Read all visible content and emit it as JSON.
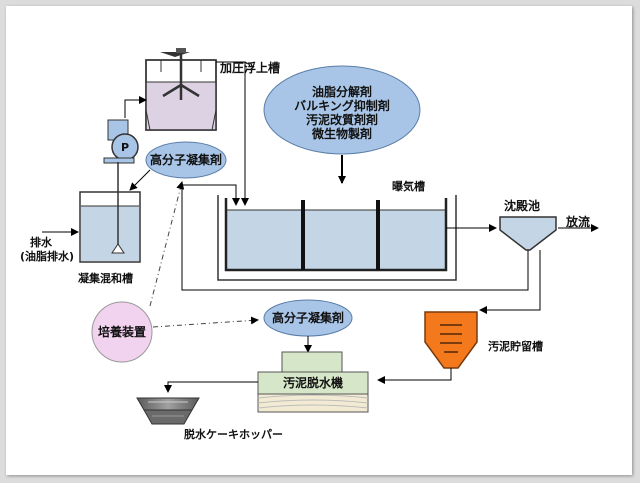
{
  "labels": {
    "flotation_tank": "加圧浮上槽",
    "additives": [
      "油脂分解剤",
      "バルキング抑制剤",
      "汚泥改質剤剤",
      "微生物製剤"
    ],
    "aeration_tank": "曝気槽",
    "sedimentation_tank": "沈殿池",
    "discharge": "放流",
    "polymer_coagulant_1": "高分子凝集剤",
    "polymer_coagulant_2": "高分子凝集剤",
    "pump": "P",
    "wastewater": "排水",
    "wastewater_sub": "(油脂排水)",
    "coag_mix_tank": "凝集混和槽",
    "culture_device": "培養装置",
    "sludge_storage": "汚泥貯留槽",
    "sludge_dewatering": "汚泥脱水機",
    "cake_hopper": "脱水ケーキホッパー"
  },
  "colors": {
    "water": "#c4d5e6",
    "pink_water": "#ddd2e3",
    "ellipse": "#a8c4e6",
    "culture": "#f1d2ef",
    "sludge": "#f4781c",
    "dewater_top": "#d6e6c8",
    "dewater_bottom": "#f2ead2",
    "hopper": "#8a8a8a"
  }
}
